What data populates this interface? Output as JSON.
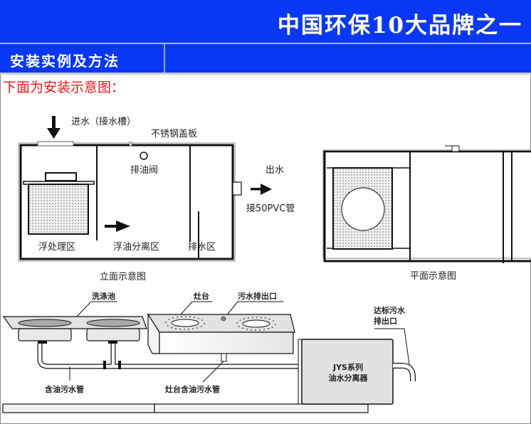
{
  "header": {
    "banner_title": "中国环保10大品牌之一",
    "section_title": "安装实例及方法"
  },
  "intro_text": "下面为安装示意图：",
  "elevation_view": {
    "caption": "立面示意图",
    "inlet_label": "进水（接水槽）",
    "cover_label": "不锈钢盖板",
    "oil_valve_label": "排油阀",
    "outlet_label": "出水",
    "pipe_label": "接50PVC管",
    "zones": [
      "浮处理区",
      "浮油分离区",
      "排水区"
    ]
  },
  "plan_view": {
    "caption": "平面示意图"
  },
  "kitchen_diagram": {
    "sink_label": "洗涤池",
    "stove_label": "灶台",
    "stove_outlet_label": "污水排出口",
    "sink_pipe_label": "含油污水管",
    "stove_pipe_label": "灶台含油污水管",
    "separator_line1": "JYS系列",
    "separator_line2": "油水分离器",
    "discharge_line1": "达标污水",
    "discharge_line2": "排出口"
  },
  "colors": {
    "banner": "#0838f5",
    "intro_text": "#e01818"
  }
}
